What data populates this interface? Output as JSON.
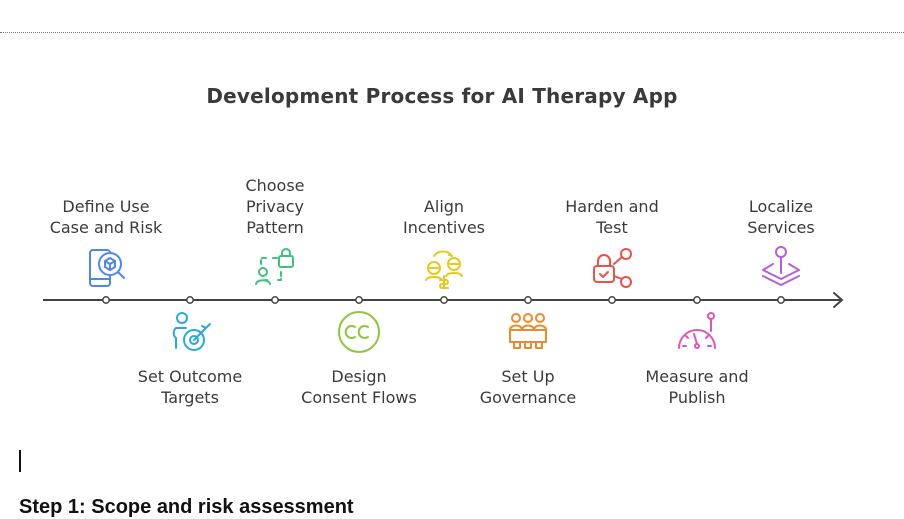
{
  "title": "Development Process for AI Therapy App",
  "steps": [
    {
      "label": "Define Use\nCase and Risk",
      "icon": "phone-search-cube-icon",
      "color": "#4f86e8",
      "position": "above"
    },
    {
      "label": "Set Outcome\nTargets",
      "icon": "person-target-icon",
      "color": "#2aa8e0",
      "position": "below"
    },
    {
      "label": "Choose\nPrivacy\nPattern",
      "icon": "user-lock-icon",
      "color": "#3cc47c",
      "position": "above"
    },
    {
      "label": "Design\nConsent Flows",
      "icon": "creative-commons-icon",
      "color": "#8cc63f",
      "position": "below"
    },
    {
      "label": "Align\nIncentives",
      "icon": "people-exchange-dollar-icon",
      "color": "#e8c91a",
      "position": "above"
    },
    {
      "label": "Set Up\nGovernance",
      "icon": "board-meeting-icon",
      "color": "#ec8a2e",
      "position": "below"
    },
    {
      "label": "Harden and\nTest",
      "icon": "lock-network-icon",
      "color": "#e8524a",
      "position": "above"
    },
    {
      "label": "Measure and\nPublish",
      "icon": "gauge-icon",
      "color": "#e055b8",
      "position": "below"
    },
    {
      "label": "Localize\nServices",
      "icon": "map-pin-layers-icon",
      "color": "#b45fe0",
      "position": "above"
    }
  ],
  "document": {
    "heading": "Step 1: Scope and risk assessment"
  }
}
